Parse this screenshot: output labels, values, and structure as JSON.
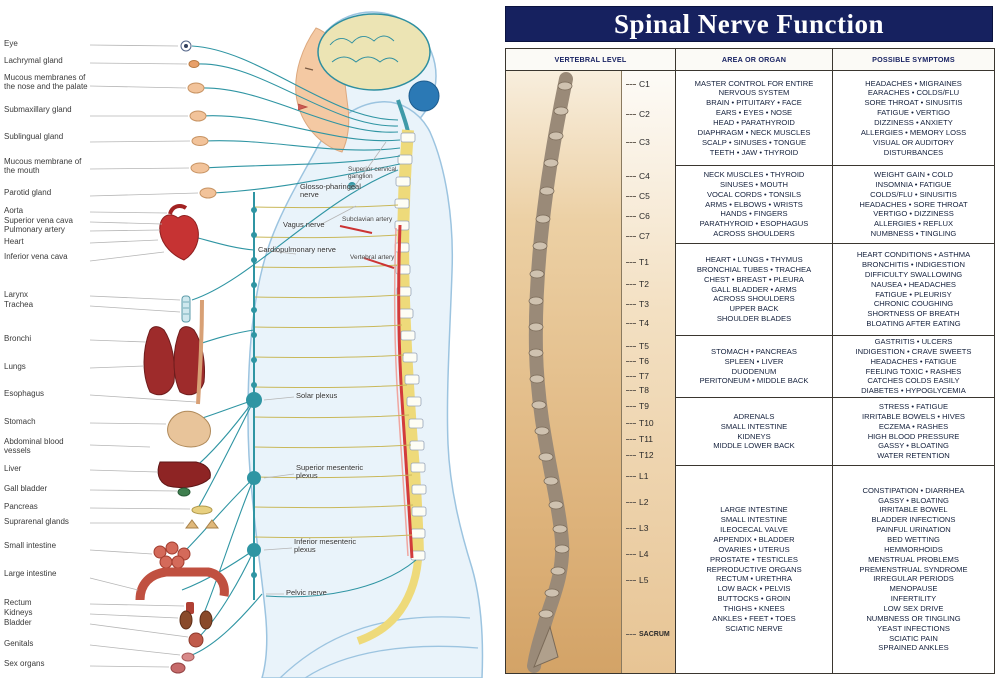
{
  "poster": {
    "title": "Spinal Nerve Function"
  },
  "table": {
    "headers": {
      "level": "VERTEBRAL LEVEL",
      "area": "AREA OR ORGAN",
      "symptoms": "POSSIBLE SYMPTOMS"
    },
    "levels": [
      "C1",
      "C2",
      "C3",
      "C4",
      "C5",
      "C6",
      "C7",
      "T1",
      "T2",
      "T3",
      "T4",
      "T5",
      "T6",
      "T7",
      "T8",
      "T9",
      "T10",
      "T11",
      "T12",
      "L1",
      "L2",
      "L3",
      "L4",
      "L5",
      "SACRUM"
    ],
    "rows": [
      {
        "area": "MASTER CONTROL FOR ENTIRE\nNERVOUS SYSTEM\nBRAIN • PITUITARY • FACE\nEARS • EYES • NOSE\nHEAD • PARATHYROID\nDIAPHRAGM • NECK MUSCLES\nSCALP • SINUSES • TONGUE\nTEETH • JAW • THYROID",
        "symptoms": "HEADACHES • MIGRAINES\nEARACHES • COLDS/FLU\nSORE THROAT • SINUSITIS\nFATIGUE • VERTIGO\nDIZZINESS • ANXIETY\nALLERGIES • MEMORY LOSS\nVISUAL OR AUDITORY\nDISTURBANCES"
      },
      {
        "area": "NECK MUSCLES • THYROID\nSINUSES • MOUTH\nVOCAL CORDS • TONSILS\nARMS • ELBOWS • WRISTS\nHANDS • FINGERS\nPARATHYROID • ESOPHAGUS\nACROSS SHOULDERS",
        "symptoms": "WEIGHT GAIN • COLD\nINSOMNIA • FATIGUE\nCOLDS/FLU • SINUSITIS\nHEADACHES • SORE THROAT\nVERTIGO • DIZZINESS\nALLERGIES • REFLUX\nNUMBNESS • TINGLING"
      },
      {
        "area": "HEART • LUNGS • THYMUS\nBRONCHIAL TUBES • TRACHEA\nCHEST • BREAST • PLEURA\nGALL BLADDER • ARMS\nACROSS SHOULDERS\nUPPER BACK\nSHOULDER BLADES",
        "symptoms": "HEART CONDITIONS • ASTHMA\nBRONCHITIS • INDIGESTION\nDIFFICULTY SWALLOWING\nNAUSEA • HEADACHES\nFATIGUE • PLEURISY\nCHRONIC COUGHING\nSHORTNESS OF BREATH\nBLOATING AFTER EATING"
      },
      {
        "area": "STOMACH • PANCREAS\nSPLEEN • LIVER\nDUODENUM\nPERITONEUM • MIDDLE BACK",
        "symptoms": "GASTRITIS • ULCERS\nINDIGESTION • CRAVE SWEETS\nHEADACHES • FATIGUE\nFEELING TOXIC • RASHES\nCATCHES COLDS EASILY\nDIABETES • HYPOGLYCEMIA"
      },
      {
        "area": "ADRENALS\nSMALL INTESTINE\nKIDNEYS\nMIDDLE LOWER BACK",
        "symptoms": "STRESS • FATIGUE\nIRRITABLE BOWELS • HIVES\nECZEMA • RASHES\nHIGH BLOOD PRESSURE\nGASSY • BLOATING\nWATER RETENTION"
      },
      {
        "area": "LARGE INTESTINE\nSMALL INTESTINE\nILEOCECAL VALVE\nAPPENDIX • BLADDER\nOVARIES • UTERUS\nPROSTATE • TESTICLES\nREPRODUCTIVE ORGANS\nRECTUM • URETHRA\nLOW BACK • PELVIS\nBUTTOCKS • GROIN\nTHIGHS • KNEES\nANKLES • FEET • TOES\nSCIATIC NERVE",
        "symptoms": "CONSTIPATION • DIARRHEA\nGASSY • BLOATING\nIRRITABLE BOWEL\nBLADDER INFECTIONS\nPAINFUL URINATION\nBED WETTING\nHEMMORHOIDS\nMENSTRUAL PROBLEMS\nPREMENSTRUAL SYNDROME\nIRREGULAR PERIODS\nMENOPAUSE\nINFERTILITY\nLOW SEX DRIVE\nNUMBNESS OR TINGLING\nYEAST INFECTIONS\nSCIATIC PAIN\nSPRAINED ANKLES"
      }
    ]
  },
  "anatomy": {
    "labels": [
      "Eye",
      "Lachrymal gland",
      "Mucous membranes of the nose and the palate",
      "Submaxillary gland",
      "Sublingual gland",
      "Mucous membrane of the mouth",
      "Parotid gland",
      "Aorta",
      "Superior vena cava",
      "Pulmonary artery",
      "Heart",
      "Inferior vena cava",
      "Larynx",
      "Trachea",
      "Bronchi",
      "Lungs",
      "Esophagus",
      "Stomach",
      "Abdominal blood vessels",
      "Liver",
      "Gall bladder",
      "Pancreas",
      "Suprarenal glands",
      "Small intestine",
      "Large intestine",
      "Rectum",
      "Kidneys",
      "Bladder",
      "Genitals",
      "Sex organs"
    ],
    "nerve_labels": [
      "Glosso-pharingeal nerve",
      "Vagus nerve",
      "Cardiopulmonary nerve",
      "Superior cervical ganglion",
      "Subclavian artery",
      "Vertebral artery",
      "Solar plexus",
      "Superior mesenteric plexus",
      "Inferior mesenteric plexus",
      "Pelvic nerve"
    ]
  }
}
